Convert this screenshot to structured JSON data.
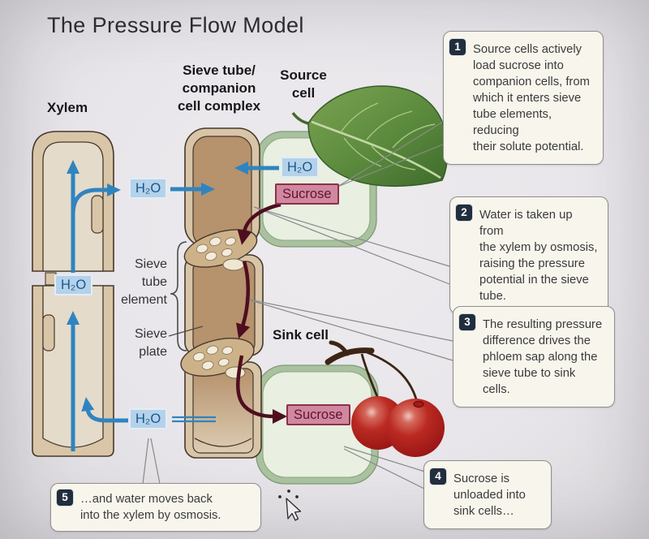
{
  "title": "The Pressure Flow Model",
  "labels": {
    "xylem": "Xylem",
    "sieve_companion": "Sieve tube/\ncompanion\ncell complex",
    "source_cell": "Source\ncell",
    "sink_cell": "Sink cell",
    "sieve_tube_element": "Sieve\ntube\nelement",
    "sieve_plate": "Sieve\nplate",
    "h2o": "H₂O",
    "sucrose": "Sucrose"
  },
  "callouts": [
    {
      "number": "1",
      "text": "Source cells actively\nload sucrose into\ncompanion cells, from\nwhich it enters sieve\ntube elements, reducing\ntheir solute potential."
    },
    {
      "number": "2",
      "text": "Water is taken up from\nthe xylem by osmosis,\nraising the pressure\npotential in the sieve\ntube."
    },
    {
      "number": "3",
      "text": "The resulting pressure\ndifference drives the\nphloem sap along the\nsieve tube to sink cells."
    },
    {
      "number": "4",
      "text": "Sucrose is\nunloaded into\nsink cells…"
    },
    {
      "number": "5",
      "text": "…and water moves back\ninto the xylem by osmosis."
    }
  ],
  "colors": {
    "background": "#e8e6ea",
    "water_blue": "#2f84c0",
    "h2o_box_bg": "#b4d2e9",
    "h2o_text": "#19578f",
    "sucrose_box_bg": "#d088a1",
    "sucrose_text": "#63122c",
    "phloem_sap_maroon": "#4f0e20",
    "xylem_wall_tan": "#d9c6a8",
    "sieve_lumen_brown": "#b6926d",
    "cell_fill_green": "#e9efe1",
    "cell_border_green": "#a9c19f",
    "callout_bg": "#f8f6ec",
    "badge_bg": "#202e3e",
    "leaf_green": "#55803c",
    "cherry_red": "#b22420"
  }
}
